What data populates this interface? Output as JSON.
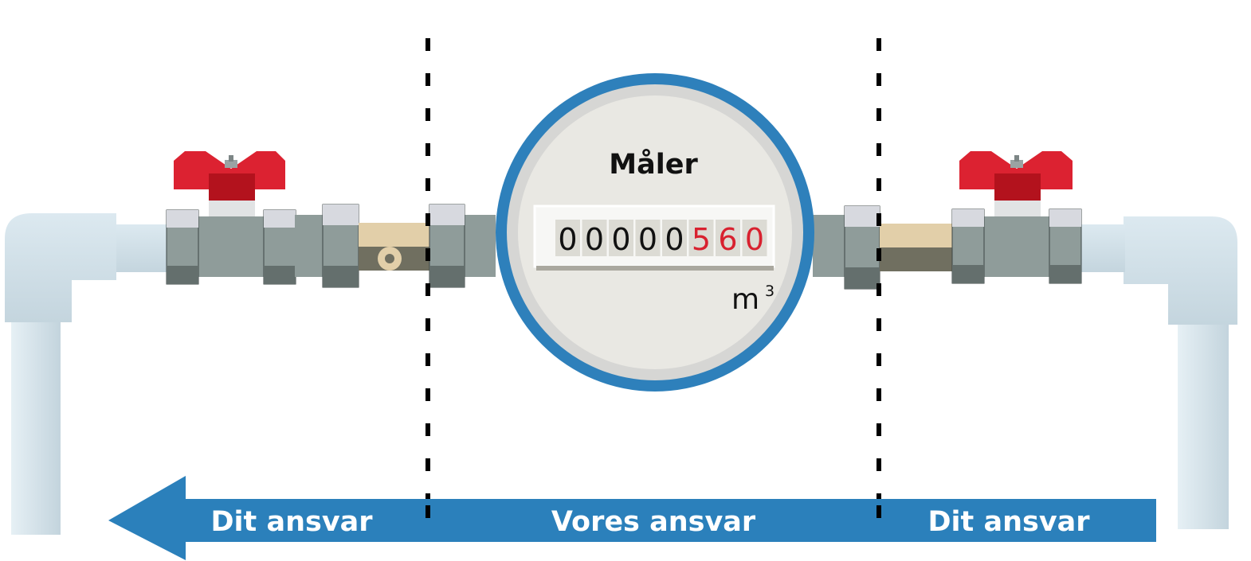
{
  "meter": {
    "title": "Måler",
    "digits": [
      "0",
      "0",
      "0",
      "0",
      "0",
      "5",
      "6",
      "0"
    ],
    "unit_base": "m",
    "unit_exp": "3"
  },
  "responsibility": {
    "left": "Dit ansvar",
    "center": "Vores ansvar",
    "right": "Dit ansvar"
  },
  "colors": {
    "meter_ring": "#2e80bb",
    "arrow": "#2b80bb",
    "valve_handle": "#d8212f",
    "digit_black": "#111111",
    "digit_red": "#d8212f",
    "pipe": "#d3e3ec",
    "fitting": "#8e9c9b"
  },
  "icons": {
    "valve_left": "valve-icon",
    "valve_right": "valve-icon",
    "arrow": "arrow-left-icon"
  }
}
